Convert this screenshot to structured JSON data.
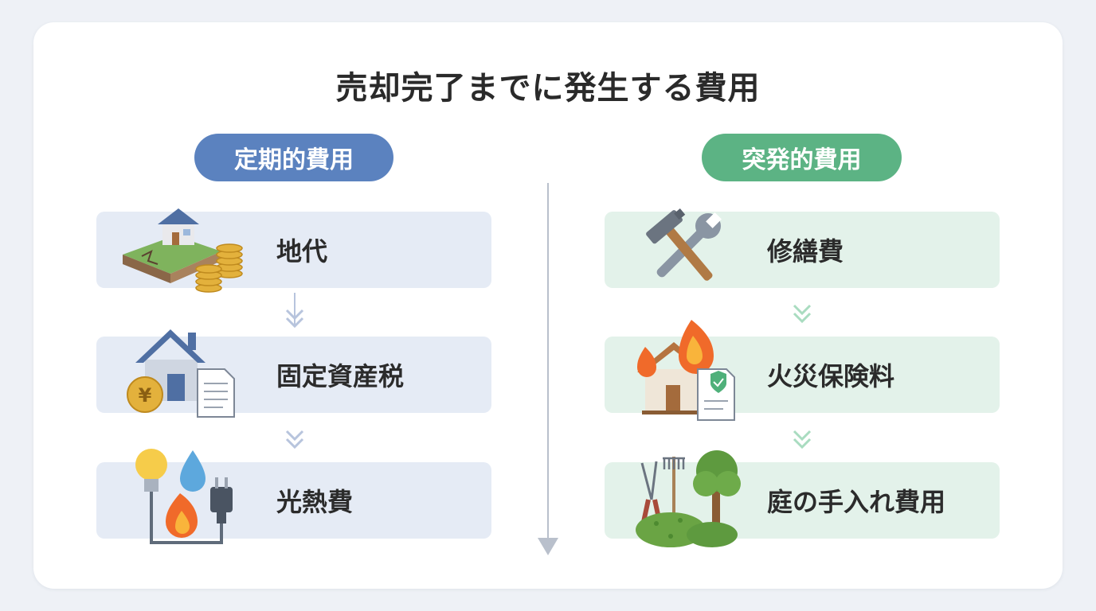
{
  "title": "売却完了までに発生する費用",
  "left": {
    "heading": "定期的費用",
    "items": [
      {
        "label": "地代",
        "icon": "land-house-coins-icon"
      },
      {
        "label": "固定資産税",
        "icon": "house-yen-document-icon"
      },
      {
        "label": "光熱費",
        "icon": "utilities-icon"
      }
    ]
  },
  "right": {
    "heading": "突発的費用",
    "items": [
      {
        "label": "修繕費",
        "icon": "wrench-hammer-icon"
      },
      {
        "label": "火災保険料",
        "icon": "house-fire-insurance-icon"
      },
      {
        "label": "庭の手入れ費用",
        "icon": "garden-tools-tree-icon"
      }
    ]
  },
  "colors": {
    "regular_accent": "#5b82bf",
    "regular_bg": "#e5ebf5",
    "sudden_accent": "#5cb384",
    "sudden_bg": "#e3f2ea"
  }
}
